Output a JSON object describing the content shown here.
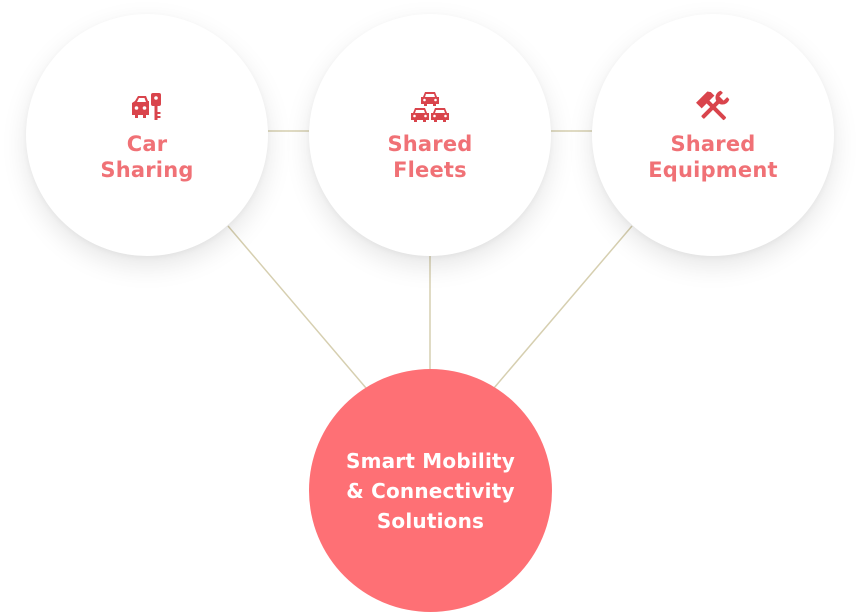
{
  "diagram": {
    "nodes": [
      {
        "id": "car-sharing",
        "line1": "Car",
        "line2": "Sharing",
        "icon": "car-key-icon"
      },
      {
        "id": "shared-fleets",
        "line1": "Shared",
        "line2": "Fleets",
        "icon": "cars-fleet-icon"
      },
      {
        "id": "shared-equipment",
        "line1": "Shared",
        "line2": "Equipment",
        "icon": "tools-icon"
      }
    ],
    "center": {
      "line1": "Smart Mobility",
      "line2": "& Connectivity",
      "line3": "Solutions"
    },
    "colors": {
      "accent": "#fe7075",
      "label": "#f07176",
      "icon": "#d9444c",
      "connector": "#d6cfb0"
    }
  }
}
